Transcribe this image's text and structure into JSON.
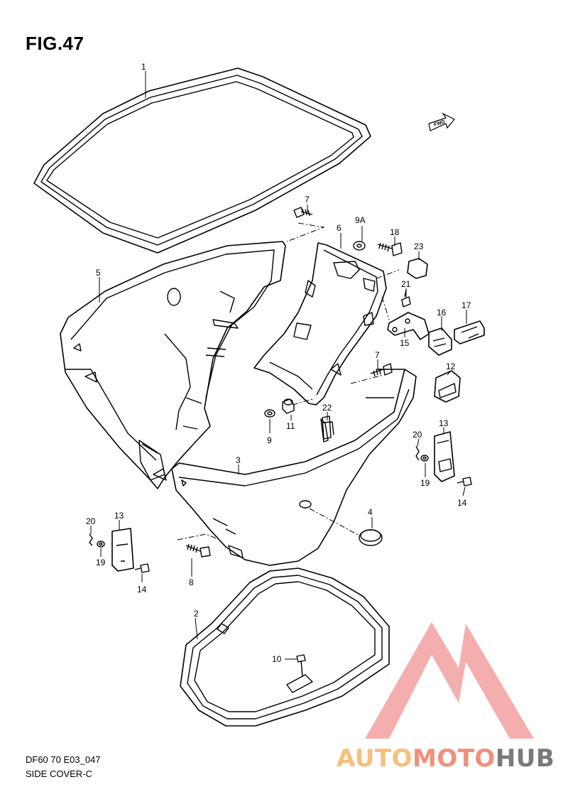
{
  "figure": {
    "title": "FIG.47",
    "code": "DF60 70 E03_047",
    "name": "SIDE COVER-C"
  },
  "fwd_label": "FWD",
  "callouts": [
    {
      "id": "c1",
      "label": "1"
    },
    {
      "id": "c2",
      "label": "2"
    },
    {
      "id": "c3",
      "label": "3"
    },
    {
      "id": "c4",
      "label": "4"
    },
    {
      "id": "c5",
      "label": "5"
    },
    {
      "id": "c6",
      "label": "6"
    },
    {
      "id": "c7a",
      "label": "7"
    },
    {
      "id": "c7b",
      "label": "7"
    },
    {
      "id": "c8",
      "label": "8"
    },
    {
      "id": "c9",
      "label": "9"
    },
    {
      "id": "c9A",
      "label": "9A"
    },
    {
      "id": "c10",
      "label": "10"
    },
    {
      "id": "c11",
      "label": "11"
    },
    {
      "id": "c12",
      "label": "12"
    },
    {
      "id": "c13a",
      "label": "13"
    },
    {
      "id": "c13b",
      "label": "13"
    },
    {
      "id": "c14a",
      "label": "14"
    },
    {
      "id": "c14b",
      "label": "14"
    },
    {
      "id": "c15",
      "label": "15"
    },
    {
      "id": "c16",
      "label": "16"
    },
    {
      "id": "c17",
      "label": "17"
    },
    {
      "id": "c18",
      "label": "18"
    },
    {
      "id": "c19a",
      "label": "19"
    },
    {
      "id": "c19b",
      "label": "19"
    },
    {
      "id": "c20a",
      "label": "20"
    },
    {
      "id": "c20b",
      "label": "20"
    },
    {
      "id": "c21",
      "label": "21"
    },
    {
      "id": "c22",
      "label": "22"
    },
    {
      "id": "c23",
      "label": "23"
    }
  ],
  "watermark": {
    "part1": "AUTO",
    "part2": "MOTO",
    "part3": "HUB",
    "colors": {
      "auto": "#f5c07d",
      "moto": "#f0907c",
      "hub": "#7a7a7a",
      "logo": "#f4a0a0"
    }
  }
}
